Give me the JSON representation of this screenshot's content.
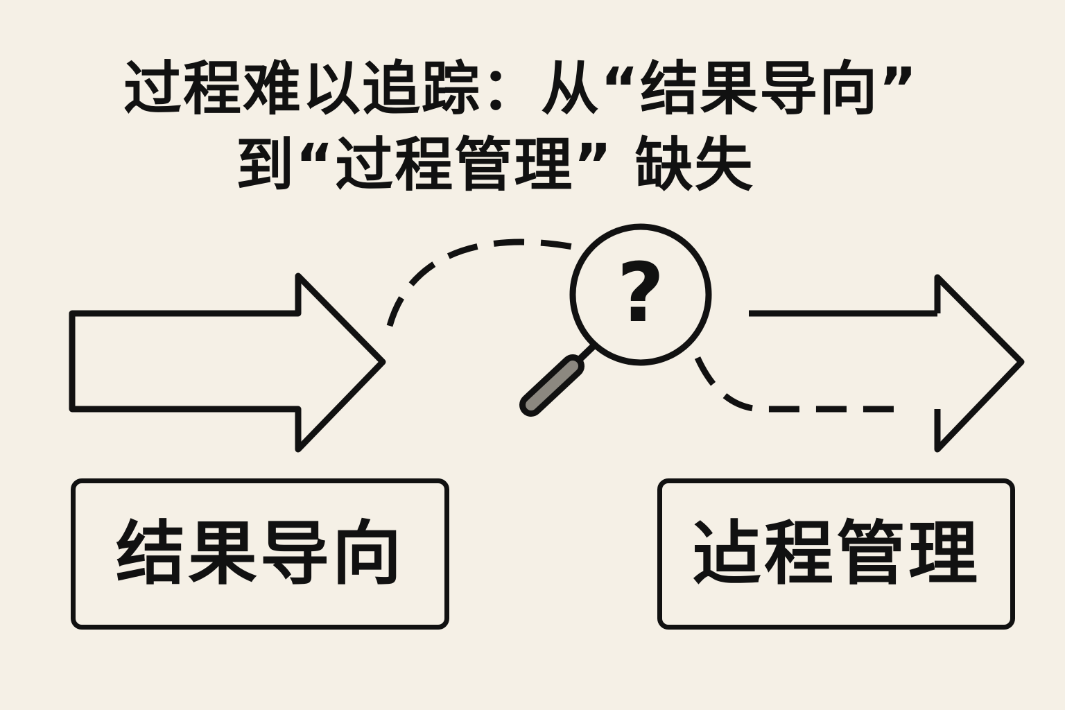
{
  "title": {
    "line1": "过程难以追踪：从“结果导向”",
    "line2": "到“过程管理” 缺失"
  },
  "left_box": {
    "label": "结果导向"
  },
  "right_box": {
    "label": "迠程管理"
  },
  "magnifier": {
    "symbol": "?",
    "icon": "magnifying-glass-question-icon"
  },
  "colors": {
    "background": "#f5f0e6",
    "ink": "#111111",
    "magnifier_handle": "#8c8880"
  }
}
